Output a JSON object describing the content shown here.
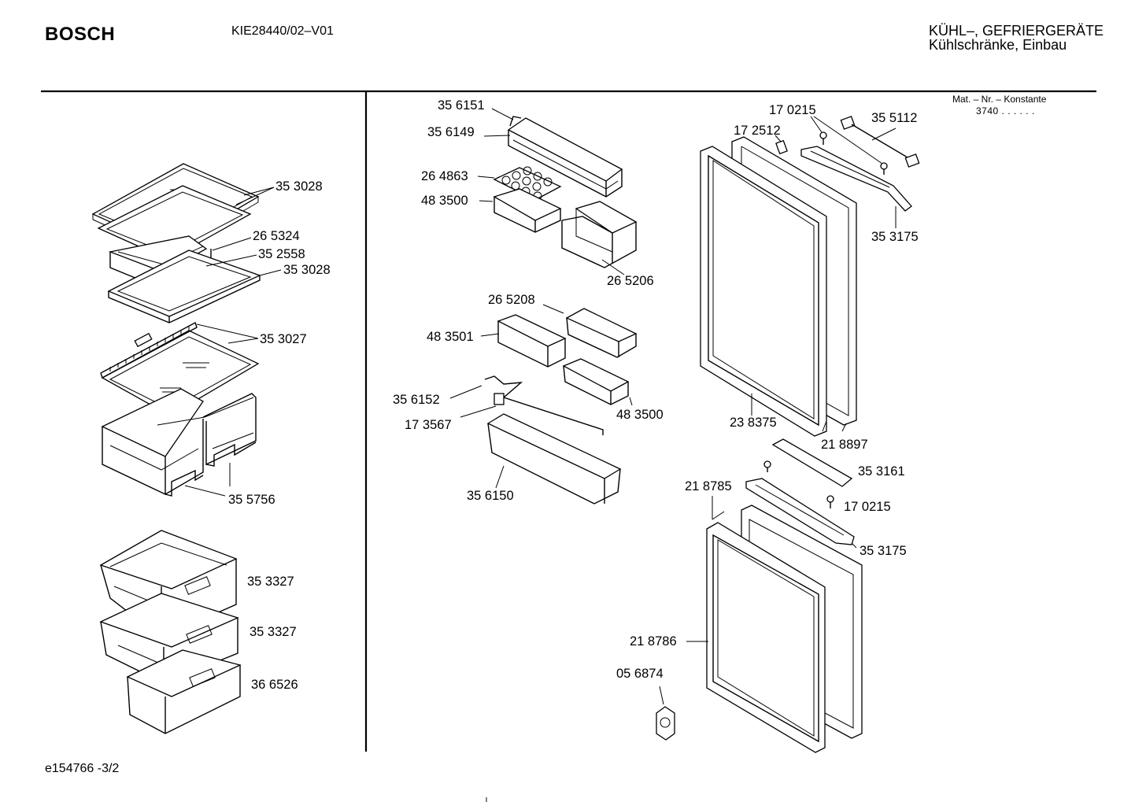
{
  "header": {
    "brand": "BOSCH",
    "model": "KIE28440/02–V01",
    "category_line1": "KÜHL–, GEFRIERGERÄTE",
    "category_line2": "Kühlschränke, Einbau",
    "mat_label": "Mat. – Nr. – Konstante",
    "mat_value": "3740  .  .  .  .  .  ."
  },
  "footer": {
    "drawing_id": "e154766 -3/2"
  },
  "parts": {
    "p353028a": "35 3028",
    "p265324": "26 5324",
    "p352558": "35 2558",
    "p353028b": "35 3028",
    "p353027": "35 3027",
    "p355756": "35 5756",
    "p353327a": "35 3327",
    "p353327b": "35 3327",
    "p366526": "36 6526",
    "p356151": "35 6151",
    "p356149": "35 6149",
    "p264863": "26 4863",
    "p483500a": "48 3500",
    "p265206": "26 5206",
    "p265208": "26 5208",
    "p483501": "48 3501",
    "p483500b": "48 3500",
    "p356152": "35 6152",
    "p173567": "17 3567",
    "p356150": "35 6150",
    "p170215a": "17 0215",
    "p172512": "17 2512",
    "p355112": "35 5112",
    "p353175a": "35 3175",
    "p238375": "23 8375",
    "p218897": "21 8897",
    "p353161": "35 3161",
    "p218785": "21 8785",
    "p170215b": "17 0215",
    "p353175b": "35 3175",
    "p218786": "21 8786",
    "p056874": "05 6874"
  }
}
